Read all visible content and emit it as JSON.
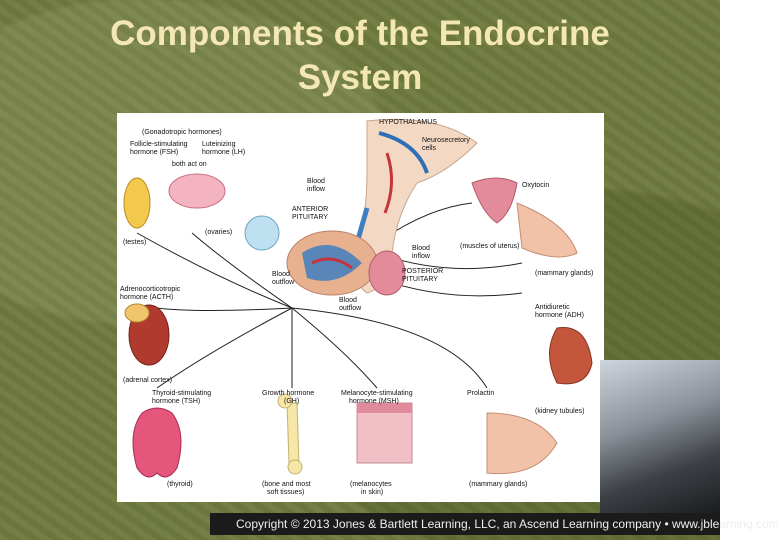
{
  "slide": {
    "title_line1": "Components of the Endocrine",
    "title_line2": "System",
    "copyright": "Copyright © 2013 Jones & Bartlett Learning, LLC, an Ascend Learning company • www.jblearning.com"
  },
  "diagram": {
    "hypothalamus": "HYPOTHALAMUS",
    "gonadotropic": "(Gonadotropic hormones)",
    "fsh_1": "Follicle-stimulating",
    "fsh_2": "hormone (FSH)",
    "lh_1": "Luteinizing",
    "lh_2": "hormone (LH)",
    "both_act_on": "both act on",
    "neurosecretory_1": "Neurosecretory",
    "neurosecretory_2": "cells",
    "blood_inflow_1a": "Blood",
    "blood_inflow_1b": "inflow",
    "anterior_1": "ANTERIOR",
    "anterior_2": "PITUITARY",
    "oxytocin": "Oxytocin",
    "testes": "(testes)",
    "ovaries": "(ovaries)",
    "muscles_uterus": "(muscles of uterus)",
    "blood_inflow_2a": "Blood",
    "blood_inflow_2b": "inflow",
    "blood_outflow_1a": "Blood",
    "blood_outflow_1b": "outflow",
    "posterior_1": "POSTERIOR",
    "posterior_2": "PITUITARY",
    "mammary_1": "(mammary glands)",
    "acth_1": "Adrenocorticotropic",
    "acth_2": "hormone (ACTH)",
    "blood_outflow_2a": "Blood",
    "blood_outflow_2b": "outflow",
    "adh_1": "Antidiuretic",
    "adh_2": "hormone (ADH)",
    "adrenal": "(adrenal cortex)",
    "tsh_1": "Thyroid-stimulating",
    "tsh_2": "hormone (TSH)",
    "gh_1": "Growth hormone",
    "gh_2": "(GH)",
    "msh_1": "Melanocyte-stimulating",
    "msh_2": "hormone (MSH)",
    "prolactin": "Prolactin",
    "kidney": "(kidney tubules)",
    "thyroid": "(thyroid)",
    "bone_1": "(bone and most",
    "bone_2": "soft tissues)",
    "melanocytes_1": "(melanocytes",
    "melanocytes_2": "in skin)",
    "mammary_2": "(mammary glands)"
  },
  "colors": {
    "background": "#6f7a3e",
    "title": "#f3e7b3",
    "artery": "#c8323a",
    "vein": "#3f7fc0",
    "tissue_pink": "#e9a7b3"
  }
}
